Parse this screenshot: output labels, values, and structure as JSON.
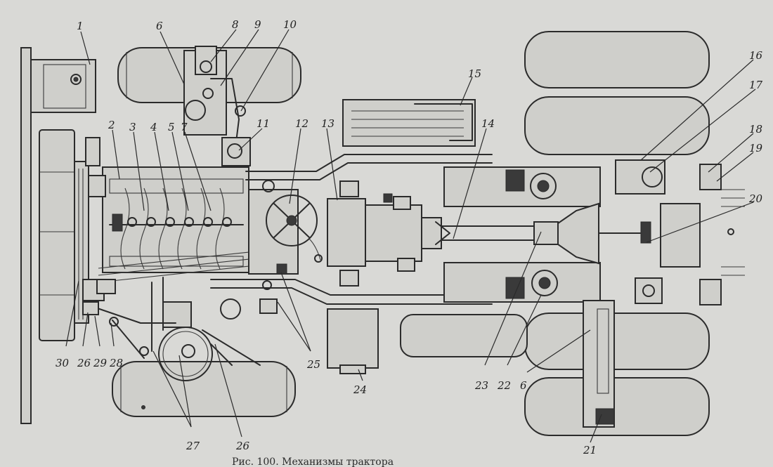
{
  "callouts": {
    "c1": "1",
    "c2": "2",
    "c3": "3",
    "c4": "4",
    "c5": "5",
    "c6a": "6",
    "c6b": "6",
    "c7": "7",
    "c8": "8",
    "c9": "9",
    "c10": "10",
    "c11": "11",
    "c12": "12",
    "c13": "13",
    "c14": "14",
    "c15": "15",
    "c16": "16",
    "c17": "17",
    "c18": "18",
    "c19": "19",
    "c20": "20",
    "c21": "21",
    "c22": "22",
    "c23": "23",
    "c24": "24",
    "c25": "25",
    "c26a": "26",
    "c26b": "26",
    "c27": "27",
    "c28": "28",
    "c29": "29",
    "c30": "30"
  },
  "caption": "Рис. 100. Механизмы трактора"
}
